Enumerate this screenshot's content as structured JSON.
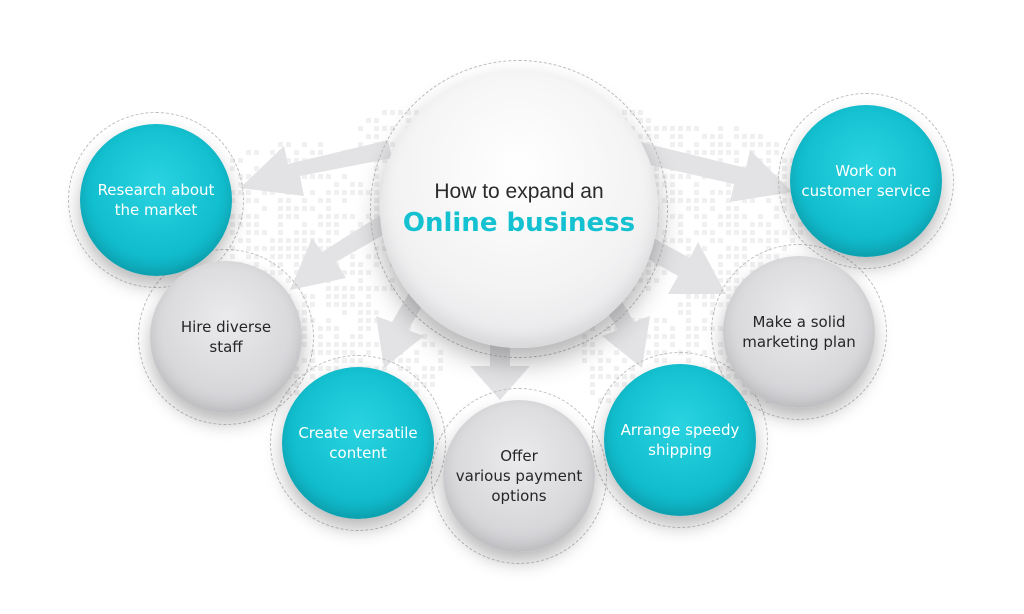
{
  "title": {
    "line1": "How to expand an",
    "line2": "Online business"
  },
  "colors": {
    "teal": "#12bfcf",
    "grey": "#d9d9dc",
    "arrow": "#e3e3e5",
    "title_accent": "#13c1d0"
  },
  "nodes": [
    {
      "id": "research",
      "label": "Research about\nthe market",
      "style": "teal"
    },
    {
      "id": "customer-service",
      "label": "Work on\ncustomer service",
      "style": "teal"
    },
    {
      "id": "hire",
      "label": "Hire diverse\nstaff",
      "style": "grey"
    },
    {
      "id": "marketing",
      "label": "Make a solid\nmarketing plan",
      "style": "grey"
    },
    {
      "id": "content",
      "label": "Create versatile\ncontent",
      "style": "teal"
    },
    {
      "id": "payment",
      "label": "Offer\nvarious payment\noptions",
      "style": "grey"
    },
    {
      "id": "shipping",
      "label": "Arrange speedy\nshipping",
      "style": "teal"
    }
  ]
}
